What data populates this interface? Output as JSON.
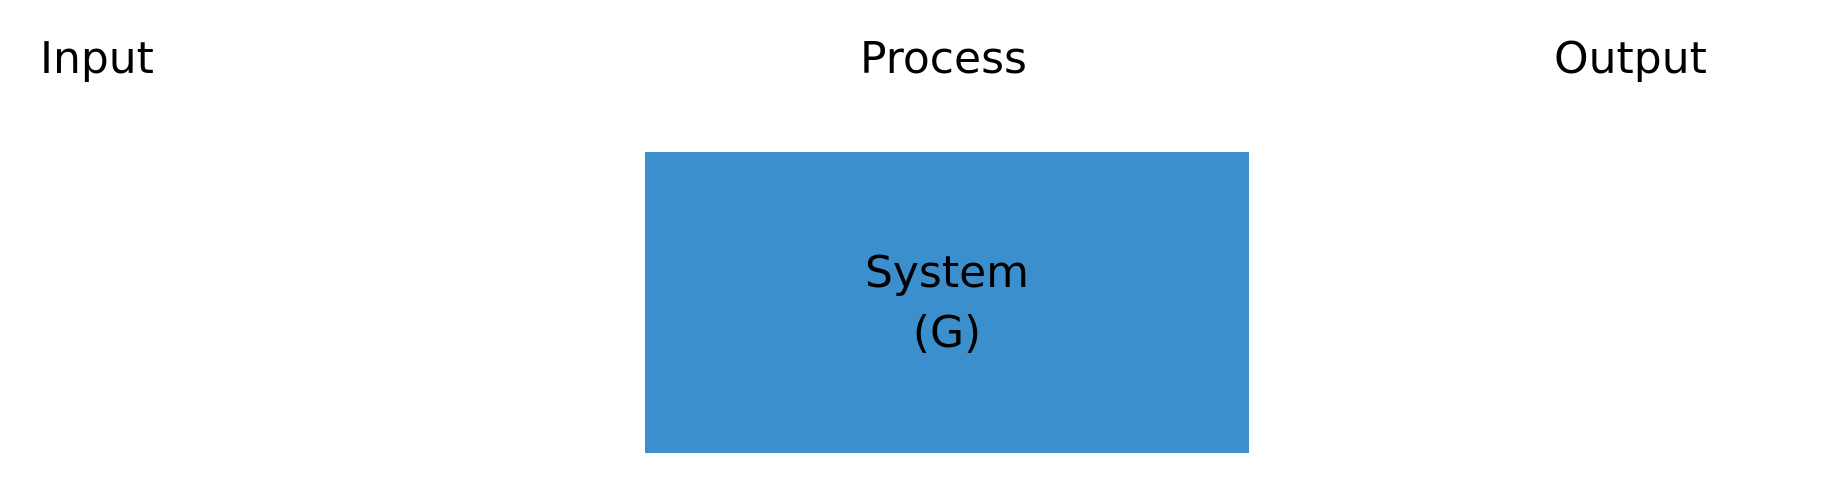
{
  "headings": {
    "input": "Input",
    "process": "Process",
    "output": "Output"
  },
  "system": {
    "line1": "System",
    "line2": "(G)",
    "fill_color": "#3b8fcc"
  },
  "colors": {
    "background": "#ffffff",
    "text": "#000000"
  }
}
